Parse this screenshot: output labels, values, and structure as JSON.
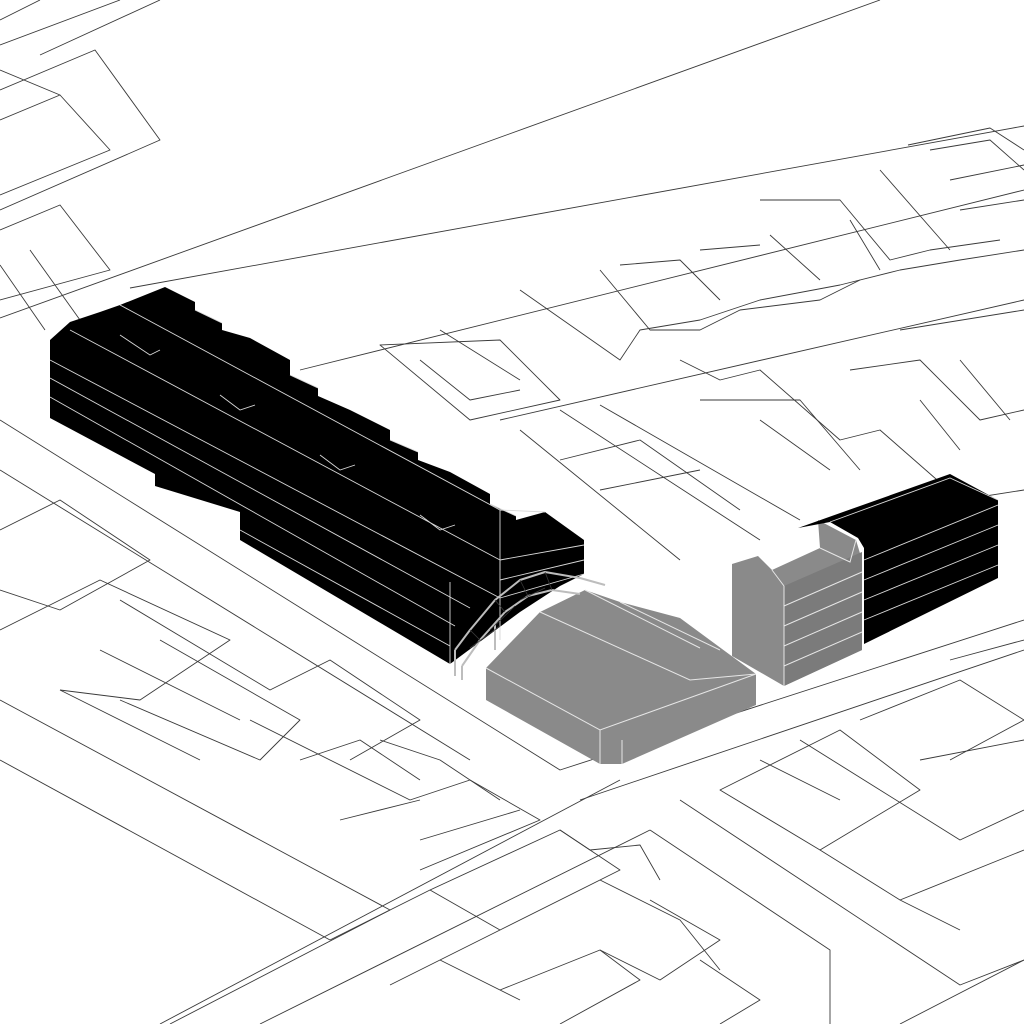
{
  "colors": {
    "background": "#ffffff",
    "linework": "#3a3a3a",
    "existing_buildings": "#000000",
    "new_buildings": "#8a8a8a",
    "steel_frame": "#bdbdbd"
  },
  "drawing": {
    "view": "axonometric",
    "elements": [
      {
        "key": "street-grid",
        "icon": "line-drawing"
      },
      {
        "key": "long-black-block",
        "icon": "solid-volume"
      },
      {
        "key": "grey-hall",
        "icon": "solid-volume"
      },
      {
        "key": "steel-arch-frame",
        "icon": "truss"
      },
      {
        "key": "grey-tower",
        "icon": "solid-volume"
      },
      {
        "key": "black-tower",
        "icon": "solid-volume"
      }
    ]
  }
}
